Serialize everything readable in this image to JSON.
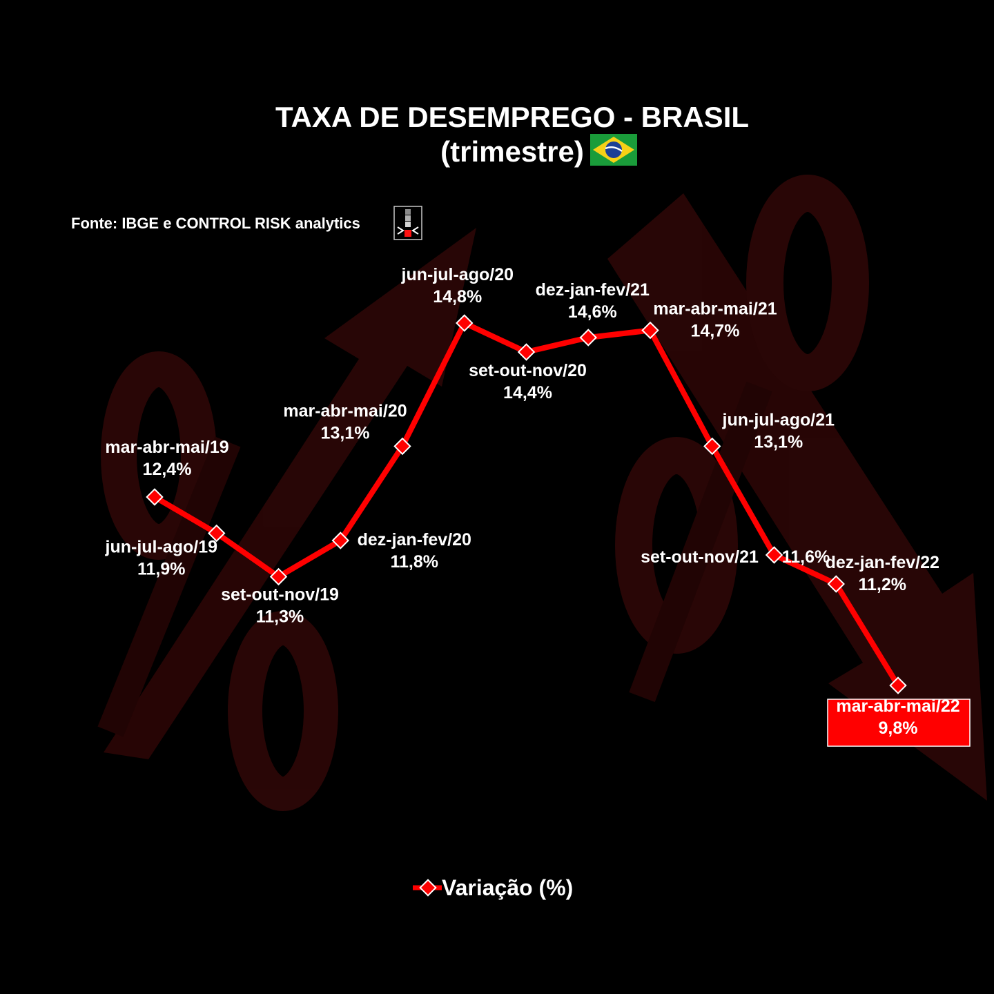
{
  "colors": {
    "background": "#000000",
    "line": "#ff0000",
    "marker_fill": "#ff0000",
    "marker_stroke": "#ffffff",
    "text": "#ffffff",
    "highlight_box": "#ff0000",
    "decor_dark_red": "#2a0606"
  },
  "title_line1": "TAXA DE DESEMPREGO - BRASIL",
  "title_line2": "(trimestre)",
  "title_flag_icon": "brazil-flag-icon",
  "source": "Fonte: IBGE e CONTROL RISK analytics",
  "source_logo_icon": "control-risk-logo-icon",
  "background_decor": "dark-red-percent-signs-and-arrows",
  "legend_label": "Variação (%)",
  "chart_data": {
    "type": "line",
    "title": "TAXA DE DESEMPREGO - BRASIL",
    "subtitle": "(trimestre)",
    "xlabel": "",
    "ylabel": "",
    "grid": false,
    "legend_position": "bottom",
    "ylim": [
      9,
      15.5
    ],
    "series": [
      {
        "name": "Variação (%)",
        "points": [
          {
            "category": "mar-abr-mai/19",
            "value": 12.4,
            "label": "12,4%"
          },
          {
            "category": "jun-jul-ago/19",
            "value": 11.9,
            "label": "11,9%"
          },
          {
            "category": "set-out-nov/19",
            "value": 11.3,
            "label": "11,3%"
          },
          {
            "category": "dez-jan-fev/20",
            "value": 11.8,
            "label": "11,8%"
          },
          {
            "category": "mar-abr-mai/20",
            "value": 13.1,
            "label": "13,1%"
          },
          {
            "category": "jun-jul-ago/20",
            "value": 14.8,
            "label": "14,8%"
          },
          {
            "category": "set-out-nov/20",
            "value": 14.4,
            "label": "14,4%"
          },
          {
            "category": "dez-jan-fev/21",
            "value": 14.6,
            "label": "14,6%"
          },
          {
            "category": "mar-abr-mai/21",
            "value": 14.7,
            "label": "14,7%"
          },
          {
            "category": "jun-jul-ago/21",
            "value": 13.1,
            "label": "13,1%"
          },
          {
            "category": "set-out-nov/21",
            "value": 11.6,
            "label": "11,6%"
          },
          {
            "category": "dez-jan-fev/22",
            "value": 11.2,
            "label": "11,2%"
          },
          {
            "category": "mar-abr-mai/22",
            "value": 9.8,
            "label": "9,8%",
            "highlighted": true
          }
        ]
      }
    ]
  }
}
